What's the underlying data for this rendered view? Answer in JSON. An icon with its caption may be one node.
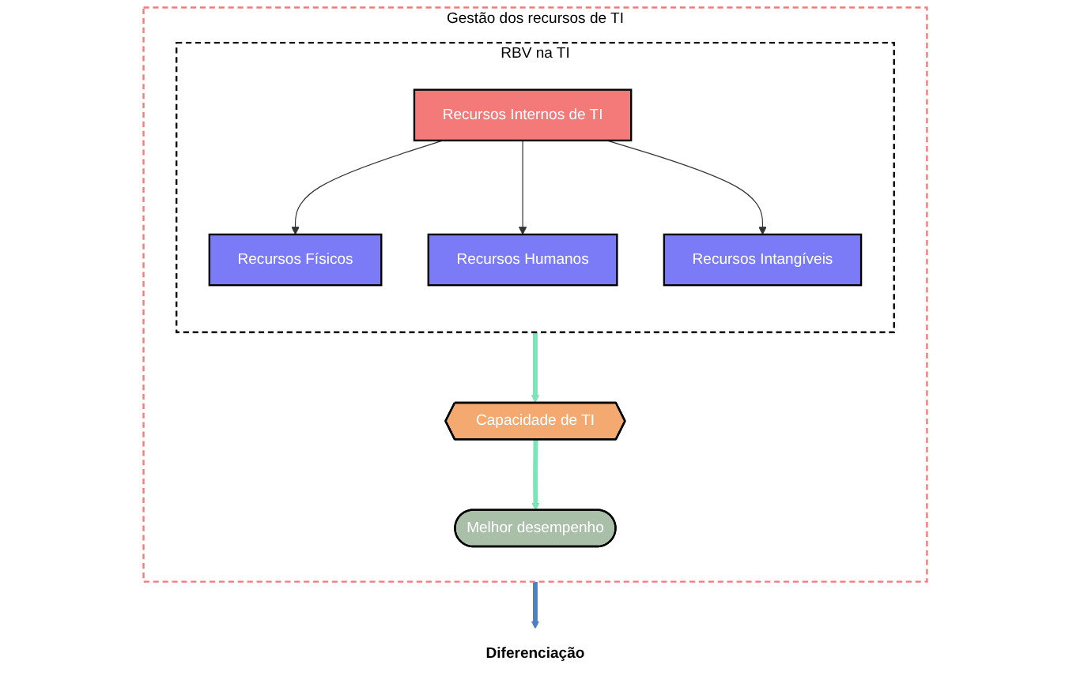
{
  "diagram": {
    "nodes": [
      {
        "text": [
          "Gestão dos recursos de TI"
        ]
      },
      {
        "text": [
          "Capacidade de TI"
        ],
        "in": 0
      },
      {
        "text": [
          "Melhor desempenho"
        ],
        "in": 0
      },
      {
        "text": [
          "RBV na TI"
        ],
        "in": 0
      },
      {
        "text": [
          "Recursos Internos de TI"
        ],
        "in": 3
      },
      {
        "text": [
          "Recursos Físicos"
        ],
        "in": 3
      },
      {
        "text": [
          "Recursos Humanos"
        ],
        "in": 3
      },
      {
        "text": [
          "Recursos Intangíveis"
        ],
        "in": 3
      },
      {
        "text": [
          "Diferenciação"
        ]
      }
    ],
    "edges": [
      {
        "from": 3,
        "to": 1,
        "arrow": "to",
        "style": "thick",
        "color": "#7de3b9"
      },
      {
        "from": 1,
        "to": 2,
        "arrow": "to",
        "style": "thick",
        "color": "#7de3b9"
      },
      {
        "from": 4,
        "to": 5,
        "arrow": "to"
      },
      {
        "from": 4,
        "to": 6,
        "arrow": "to"
      },
      {
        "from": 4,
        "to": 7,
        "arrow": "to"
      },
      {
        "from": 0,
        "to": 8,
        "arrow": "to",
        "style": "thick",
        "color": "#4f81bd"
      }
    ]
  }
}
